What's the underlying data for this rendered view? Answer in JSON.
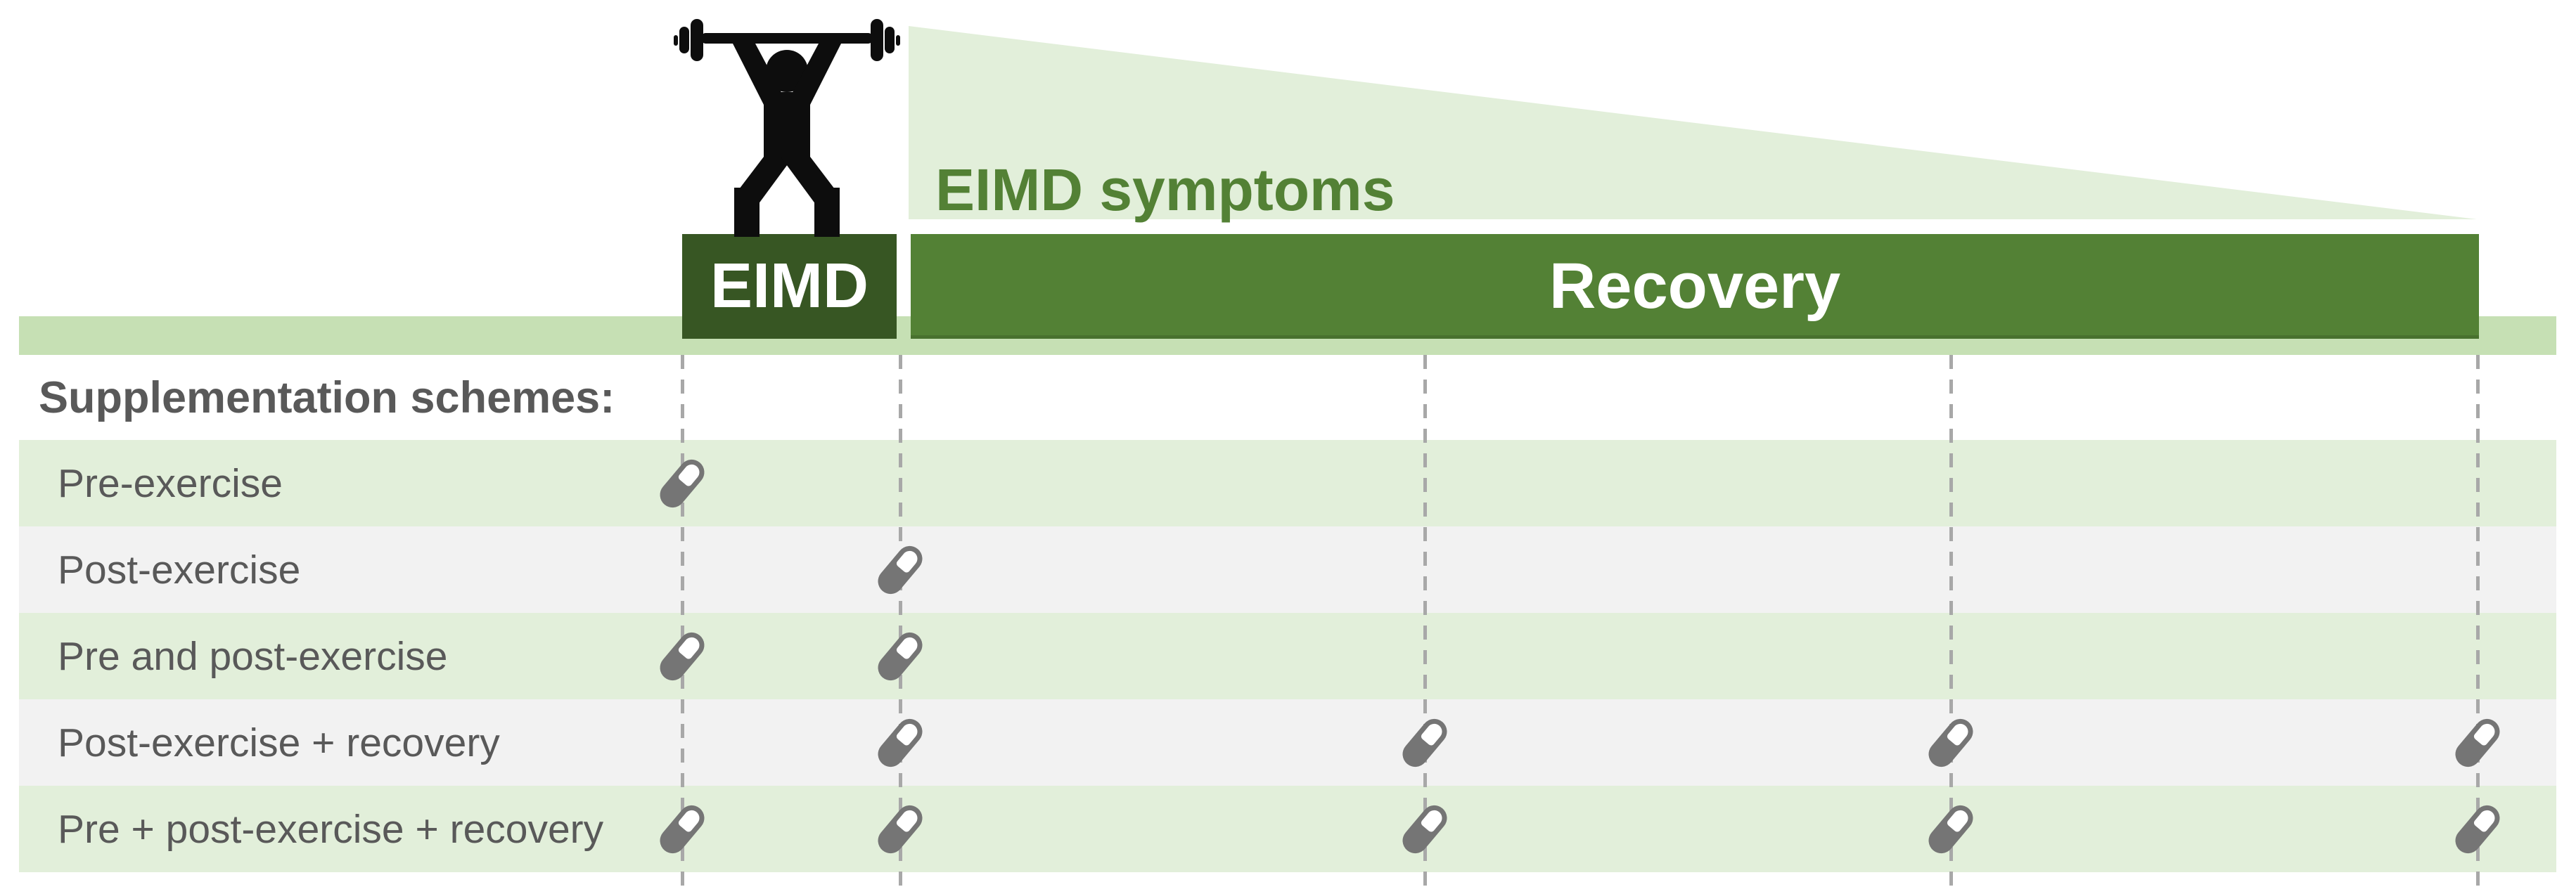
{
  "figure": {
    "eimd_symptoms_label": "EIMD symptoms",
    "eimd_phase_label": "EIMD",
    "recovery_phase_label": "Recovery"
  },
  "supplementation": {
    "header": "Supplementation schemes:",
    "timepoints": [
      "pre",
      "post",
      "rec1",
      "rec2",
      "rec3"
    ],
    "rows": [
      {
        "label": "Pre-exercise",
        "doses": [
          "pre"
        ]
      },
      {
        "label": "Post-exercise",
        "doses": [
          "post"
        ]
      },
      {
        "label": "Pre and post-exercise",
        "doses": [
          "pre",
          "post"
        ]
      },
      {
        "label": "Post-exercise + recovery",
        "doses": [
          "post",
          "rec1",
          "rec2",
          "rec3"
        ]
      },
      {
        "label": "Pre + post-exercise + recovery",
        "doses": [
          "pre",
          "post",
          "rec1",
          "rec2",
          "rec3"
        ]
      }
    ]
  },
  "icons": {
    "weightlifter": "weightlifter-icon",
    "pill": "pill-icon"
  },
  "colors": {
    "dark_green": "#375623",
    "recovery_green": "#538135",
    "band_green": "#c6e0b4",
    "triangle_green": "#e2efda",
    "row_green": "#e2efda",
    "row_gray": "#f2f2f2",
    "label_gray": "#595959",
    "dashed_line_gray": "#a8a8a8",
    "pill_gray": "#757575"
  }
}
